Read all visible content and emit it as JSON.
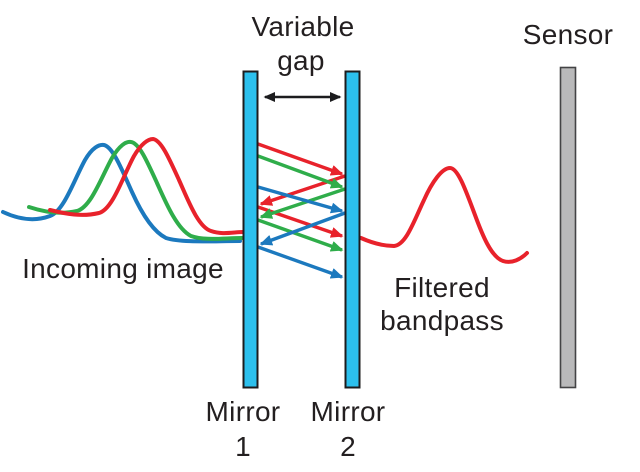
{
  "diagram": {
    "labels": {
      "variable_gap": {
        "line1": "Variable",
        "line2": "gap"
      },
      "sensor": "Sensor",
      "incoming_image": "Incoming image",
      "filtered_bandpass": {
        "line1": "Filtered",
        "line2": "bandpass"
      },
      "mirror_1": {
        "line1": "Mirror",
        "line2": "1"
      },
      "mirror_2": {
        "line1": "Mirror",
        "line2": "2"
      }
    },
    "colors": {
      "red": "#e8222b",
      "green": "#2fad4a",
      "blue": "#1c79be",
      "mirror_fill": "#2cc0ed",
      "mirror_outline": "#1c1c1e",
      "sensor_fill": "#b9b9ba",
      "sensor_outline": "#434345",
      "black": "#1c1c1e",
      "text": "#231f20",
      "background": "#ffffff"
    }
  }
}
